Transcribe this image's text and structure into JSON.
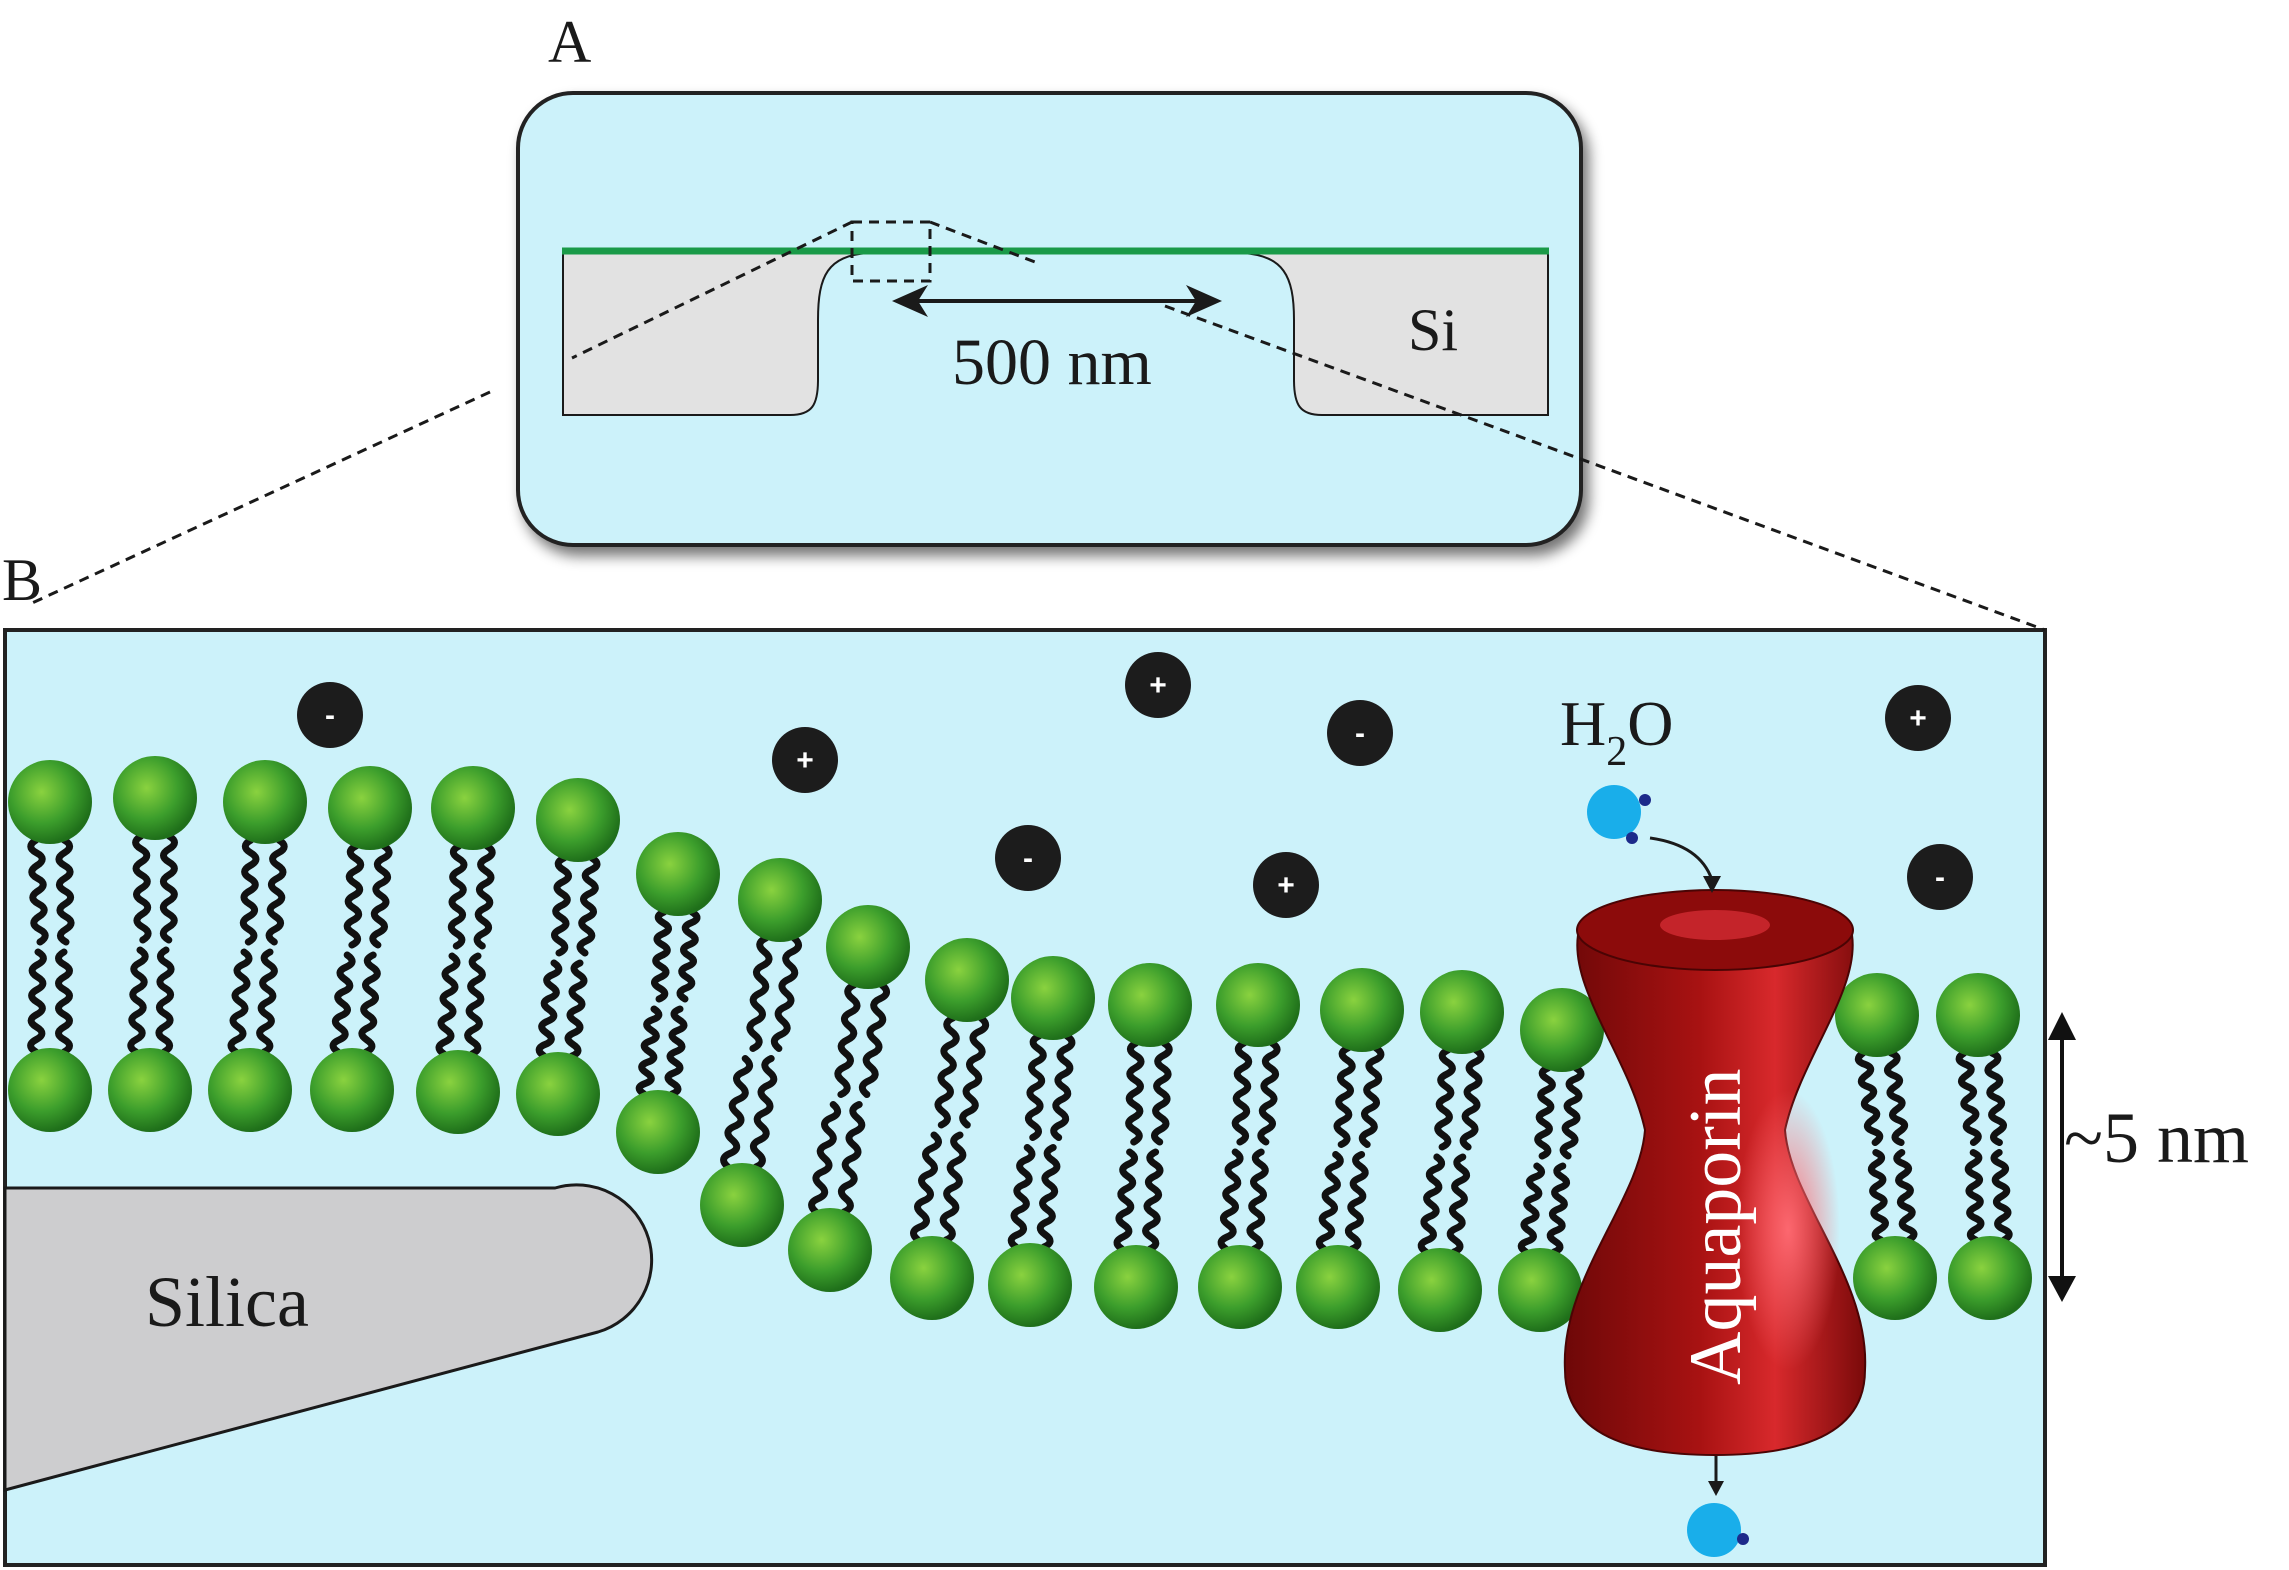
{
  "panel_a": {
    "letter": "A",
    "substrate_label": "Si",
    "scale_label": "500 nm"
  },
  "panel_b": {
    "letter": "B",
    "silica_label": "Silica",
    "protein_label": "Aquaporin",
    "water_label_main": "H",
    "water_label_sub": "2",
    "water_label_end": "O",
    "thickness_label": "~5 nm"
  },
  "ions": [
    {
      "sign": "-"
    },
    {
      "sign": "+"
    },
    {
      "sign": "+"
    },
    {
      "sign": "-"
    },
    {
      "sign": "-"
    },
    {
      "sign": "+"
    },
    {
      "sign": "+"
    },
    {
      "sign": "-"
    }
  ],
  "colors": {
    "water": "#ccf2fa",
    "membrane_line": "#1a9a48",
    "silicon": "#e2e2e2",
    "silica": "#cdcdcf",
    "headgroup": "#3c9e2c",
    "headgroup_light": "#8ad23f",
    "aquaporin": "#a01010",
    "water_molecule": "#19aeea",
    "ion": "#1c1c1c"
  }
}
